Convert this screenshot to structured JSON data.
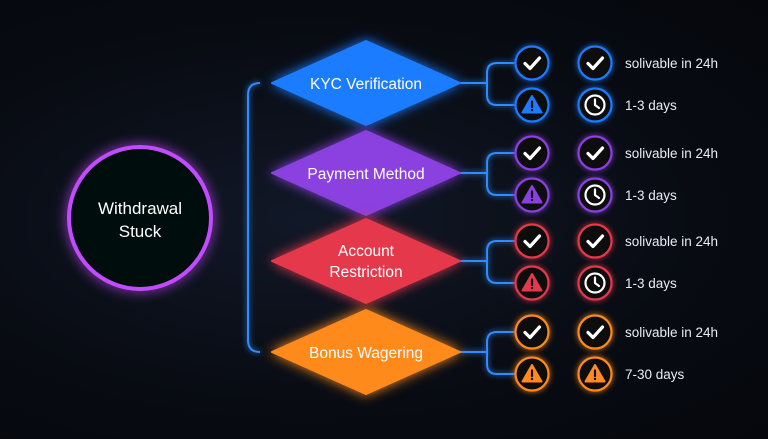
{
  "root": {
    "label_line1": "Withdrawal",
    "label_line2": "Stuck",
    "color": "#c34bff"
  },
  "branches": [
    {
      "id": "kyc",
      "label_lines": [
        "KYC Verification"
      ],
      "color": "#1e7bff",
      "rows": [
        {
          "icons": [
            "check-icon",
            "check-icon"
          ],
          "text": "solivable in 24h"
        },
        {
          "icons": [
            "warning-icon",
            "clock-icon"
          ],
          "text": "1-3 days"
        }
      ]
    },
    {
      "id": "payment",
      "label_lines": [
        "Payment Method"
      ],
      "color": "#8b3fe0",
      "rows": [
        {
          "icons": [
            "check-icon",
            "check-icon"
          ],
          "text": "solivable in 24h"
        },
        {
          "icons": [
            "warning-icon",
            "clock-icon"
          ],
          "text": "1-3 days"
        }
      ]
    },
    {
      "id": "account",
      "label_lines": [
        "Account",
        "Restriction"
      ],
      "color": "#e5384c",
      "rows": [
        {
          "icons": [
            "check-icon",
            "check-icon"
          ],
          "text": "solivable in 24h"
        },
        {
          "icons": [
            "warning-icon",
            "clock-icon"
          ],
          "text": "1-3 days"
        }
      ]
    },
    {
      "id": "bonus",
      "label_lines": [
        "Bonus Wagering"
      ],
      "color": "#ff8a1f",
      "rows": [
        {
          "icons": [
            "check-icon",
            "check-icon"
          ],
          "text": "solivable in 24h"
        },
        {
          "icons": [
            "warning-icon",
            "warning-icon"
          ],
          "text": "7-30 days"
        }
      ]
    }
  ],
  "connector_color": "#2f8cff"
}
